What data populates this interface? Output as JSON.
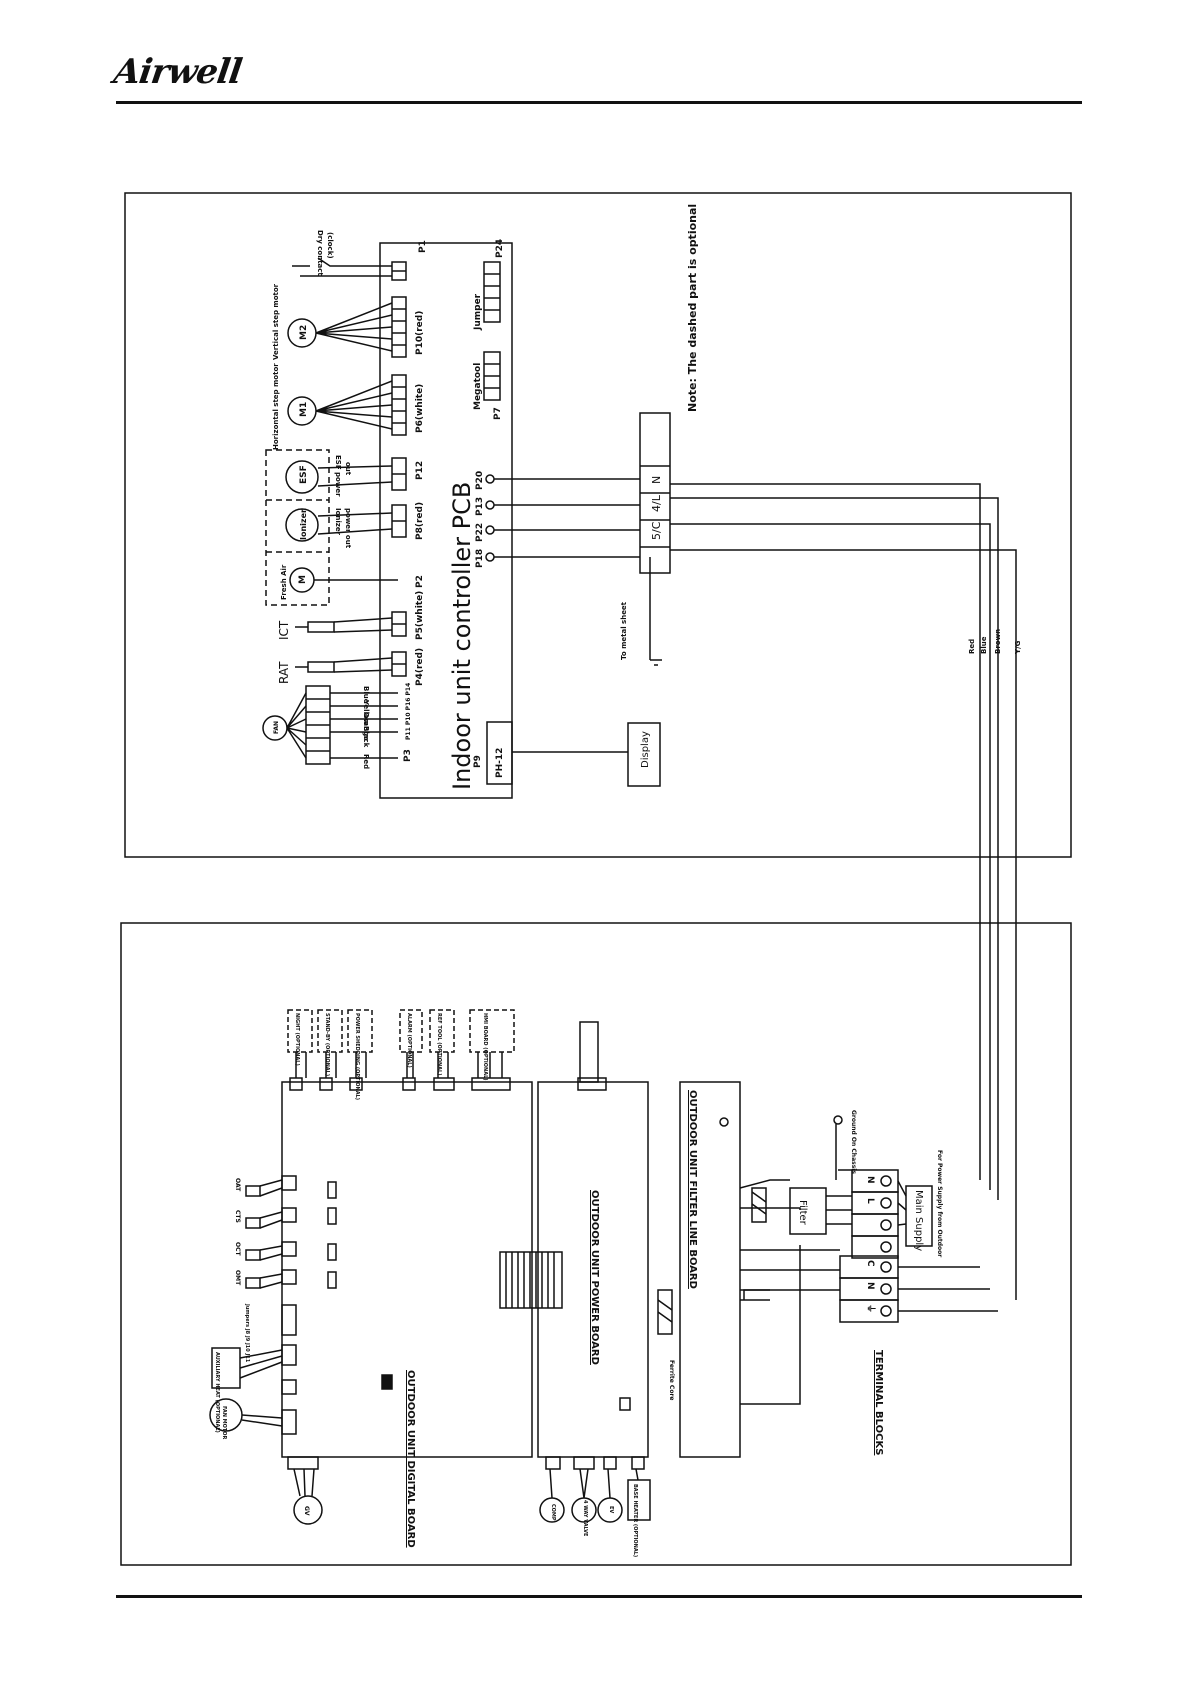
{
  "header": {
    "brand": "Airwell"
  },
  "indoor": {
    "title": "Indoor unit controller  PCB",
    "note": "Note: The dashed part is optional",
    "connectors": {
      "p1": "P1",
      "p10": "P10(red)",
      "p6": "P6(white)",
      "p12": "P12",
      "p8": "P8(red)",
      "p2": "P2",
      "p5": "P5(white)",
      "p4": "P4(red)",
      "p3": "P3",
      "p9": "P9",
      "ph12": "PH-12",
      "p7": "P7",
      "p24": "P24",
      "p20": "P20",
      "p13": "P13",
      "p22": "P22",
      "p18": "P18",
      "mid_pins": "P11 P10 P16 P14",
      "megatool": "Megatool",
      "jumper": "Jumper"
    },
    "labels": {
      "dry_contact": "Dry contact",
      "clock": "(clock)",
      "vertical_motor": "Vertical step motor",
      "horizontal_motor": "Horizontal step motor",
      "m2": "M2",
      "m1": "M1",
      "esf": "ESF",
      "esf_power": "ESF power",
      "out": "out",
      "ionizer": "Ionizer",
      "ionizer_power": "Ionizer",
      "power_out": "power out",
      "fresh_air": "Fresh Air",
      "m": "M",
      "ict": "ICT",
      "rat": "RAT",
      "fan": "FAN",
      "red": "Red",
      "black": "Black",
      "orange": "Orange",
      "yellow": "Yellow",
      "blue": "Blue",
      "display": "Display",
      "to_metal_sheet": "To metal sheet"
    },
    "terminal": {
      "n": "N",
      "l4": "4/L",
      "s5": "5/C"
    },
    "wires": {
      "red": "Red",
      "blue": "Blue",
      "brown": "Brown",
      "yg": "Y/G"
    }
  },
  "outdoor": {
    "digital_board": "OUTDOOR UNIT DIGITAL BOARD",
    "power_board": "OUTDOOR UNIT POWER BOARD",
    "filter_board": "OUTDOOR UNIT FILTER LINE BOARD",
    "terminal_blocks": "TERMINAL BLOCKS",
    "filter": "Filter",
    "main_supply": "Main Supply",
    "for_power": "For Power Supply from Outdoor",
    "ground_chassis": "Ground On Chassis",
    "ferrite_core": "Ferrite Core",
    "options": {
      "night": "NIGHT (OPTIONAL)",
      "standby": "STAND-BY (OPTIONAL)",
      "power_shedding": "POWER SHEDDING (OPTIONAL)",
      "alarm": "ALARM (OPTIONAL)",
      "ref_tool": "REF TOOL (OPTIONAL)",
      "hmi_board": "HMI BOARD (OPTIONAL)",
      "auxiliary": "AUXILIARY HEAT (OPTIONAL)",
      "base_heater": "BASE HEATER (OPTIONAL)"
    },
    "sensors": {
      "oat": "OAT",
      "cts": "CTS",
      "oct": "OCT",
      "omt": "OMT"
    },
    "jumpers": "Jumpers J8 J9 J10 J11",
    "comp": "COMP",
    "four_way": "4 WAY VALVE",
    "ev": "EV",
    "fan": "FAN MOTOR",
    "gv": "GV",
    "terminals": {
      "l": "L",
      "n": "N",
      "c": "C",
      "w": "N",
      "g": "⏚"
    }
  }
}
